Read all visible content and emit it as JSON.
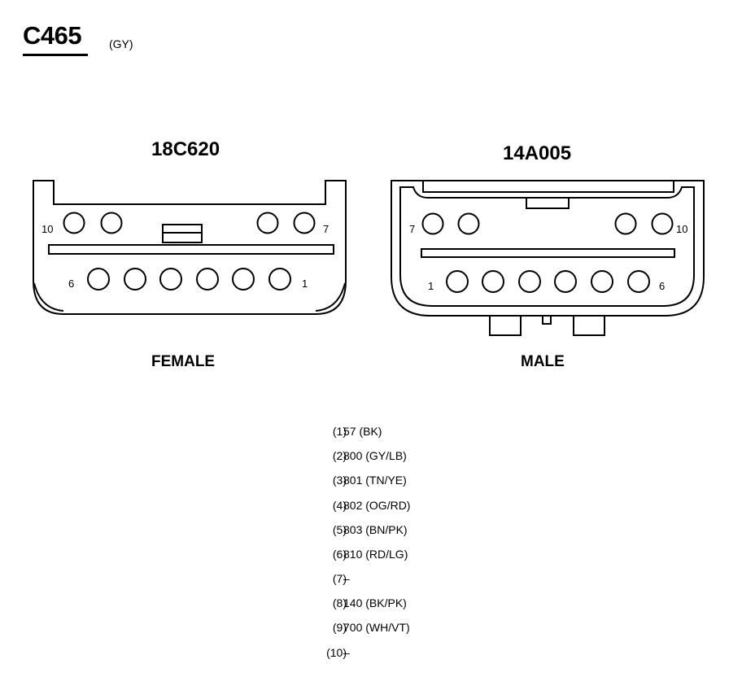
{
  "connector": {
    "id": "C465",
    "color_code": "(GY)"
  },
  "views": [
    {
      "part_number": "18C620",
      "gender": "FEMALE",
      "pin_labels": {
        "top_left": "10",
        "top_right": "7",
        "bottom_left": "6",
        "bottom_right": "1"
      }
    },
    {
      "part_number": "14A005",
      "gender": "MALE",
      "pin_labels": {
        "top_left": "7",
        "top_right": "10",
        "bottom_left": "1",
        "bottom_right": "6"
      }
    }
  ],
  "pins": [
    {
      "num": "(1)",
      "circuit": "57 (BK)"
    },
    {
      "num": "(2)",
      "circuit": "800 (GY/LB)"
    },
    {
      "num": "(3)",
      "circuit": "801 (TN/YE)"
    },
    {
      "num": "(4)",
      "circuit": "802 (OG/RD)"
    },
    {
      "num": "(5)",
      "circuit": "803 (BN/PK)"
    },
    {
      "num": "(6)",
      "circuit": "810 (RD/LG)"
    },
    {
      "num": "(7)",
      "circuit": "–"
    },
    {
      "num": "(8)",
      "circuit": "140 (BK/PK)"
    },
    {
      "num": "(9)",
      "circuit": "700 (WH/VT)"
    },
    {
      "num": "(10)",
      "circuit": "–"
    }
  ]
}
